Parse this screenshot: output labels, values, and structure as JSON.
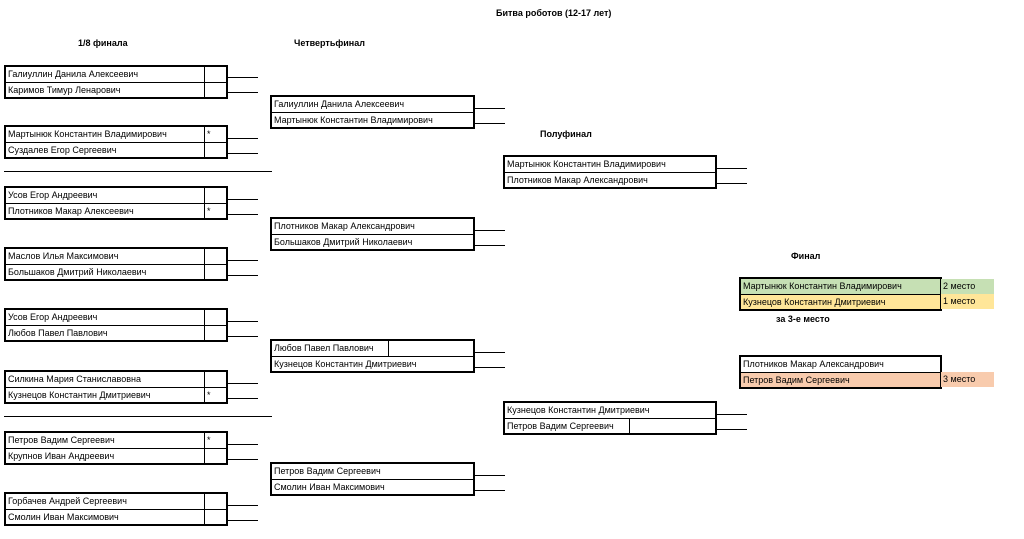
{
  "title": "Битва роботов (12-17 лет)",
  "rounds": {
    "r16": "1/8 финала",
    "qf": "Четвертьфинал",
    "sf": "Полуфинал",
    "final": "Финал",
    "third": "за 3-е место"
  },
  "r16": [
    {
      "p1": "Галиуллин Данила Алексеевич",
      "m1": "",
      "p2": "Каримов Тимур Ленарович",
      "m2": ""
    },
    {
      "p1": "Мартынюк Константин Владимирович",
      "m1": "*",
      "p2": "Суздалев Егор Сергеевич",
      "m2": ""
    },
    {
      "p1": "Усов Егор Андреевич",
      "m1": "",
      "p2": "Плотников Макар Алексеевич",
      "m2": "*"
    },
    {
      "p1": "Маслов Илья Максимович",
      "m1": "",
      "p2": "Большаков Дмитрий Николаевич",
      "m2": ""
    },
    {
      "p1": "Усов Егор Андреевич",
      "m1": "",
      "p2": "Любов Павел Павлович",
      "m2": ""
    },
    {
      "p1": "Силкина Мария Станиславовна",
      "m1": "",
      "p2": "Кузнецов Константин Дмитриевич",
      "m2": "*"
    },
    {
      "p1": "Петров Вадим Сергеевич",
      "m1": "*",
      "p2": "Крупнов Иван Андреевич",
      "m2": ""
    },
    {
      "p1": "Горбачев Андрей Сергеевич",
      "m1": "",
      "p2": "Смолин Иван Максимович",
      "m2": ""
    }
  ],
  "qf": [
    {
      "p1": "Галиуллин Данила Алексеевич",
      "p2": "Мартынюк Константин Владимирович"
    },
    {
      "p1": "Плотников Макар Александрович",
      "p2": "Большаков Дмитрий Николаевич"
    },
    {
      "p1": "Любов Павел Павлович",
      "p2": "Кузнецов Константин Дмитриевич"
    },
    {
      "p1": "Петров Вадим Сергеевич",
      "p2": "Смолин Иван Максимович"
    }
  ],
  "sf": [
    {
      "p1": "Мартынюк Константин Владимирович",
      "p2": "Плотников Макар Александрович"
    },
    {
      "p1": "Кузнецов Константин Дмитриевич",
      "p2": "Петров Вадим Сергеевич"
    }
  ],
  "final": {
    "p1": "Мартынюк Константин Владимирович",
    "place1": "2 место",
    "p2": "Кузнецов Константин Дмитриевич",
    "place2": "1 место"
  },
  "third": {
    "p1": "Плотников Макар Александрович",
    "place1": "",
    "p2": "Петров Вадим Сергеевич",
    "place2": "3 место"
  },
  "colors": {
    "second_place": "#c6e0b4",
    "first_place": "#ffe699",
    "third_place": "#f8cbad"
  }
}
